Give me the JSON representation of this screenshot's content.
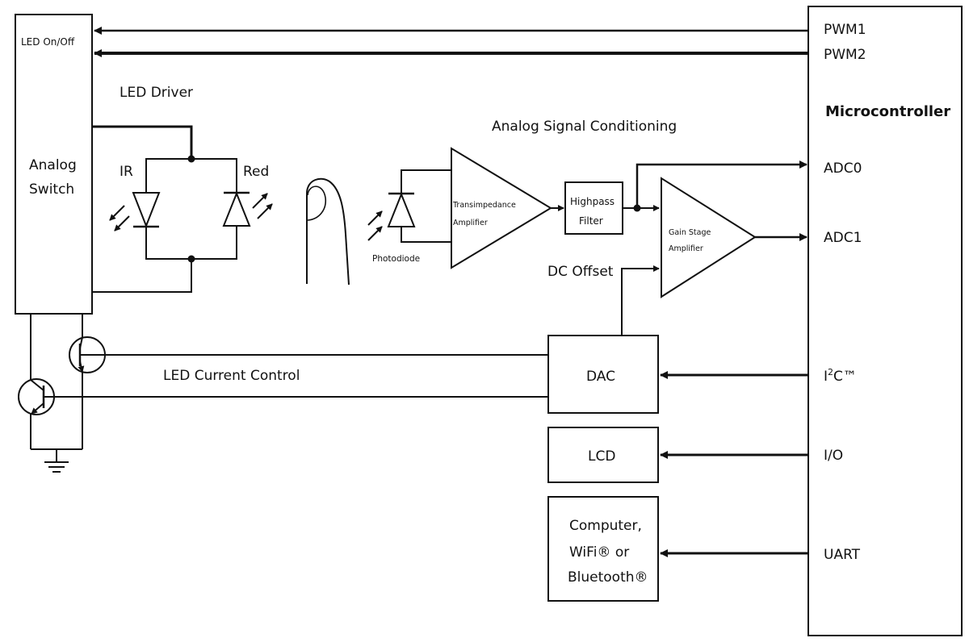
{
  "title": "Analog Signal Conditioning",
  "labels": {
    "led_onoff": "LED On/Off",
    "analog_switch_line1": "Analog",
    "analog_switch_line2": "Switch",
    "led_driver": "LED Driver",
    "ir": "IR",
    "red": "Red",
    "photodiode": "Photodiode",
    "tia_line1": "Transimpedance",
    "tia_line2": "Amplifier",
    "hpf_line1": "Highpass",
    "hpf_line2": "Filter",
    "gain_line1": "Gain Stage",
    "gain_line2": "Amplifier",
    "dc_offset": "DC Offset",
    "led_current_control": "LED Current Control",
    "dac": "DAC",
    "lcd": "LCD",
    "comm_line1": "Computer,",
    "comm_line2": "WiFi® or",
    "comm_line3": "Bluetooth®"
  },
  "microcontroller": {
    "title": "Microcontroller",
    "pins": {
      "pwm1": "PWM1",
      "pwm2": "PWM2",
      "adc0": "ADC0",
      "adc1": "ADC1",
      "i2c_base": "I",
      "i2c_sup": "2",
      "i2c_tail": "C™",
      "io": "I/O",
      "uart": "UART"
    }
  }
}
